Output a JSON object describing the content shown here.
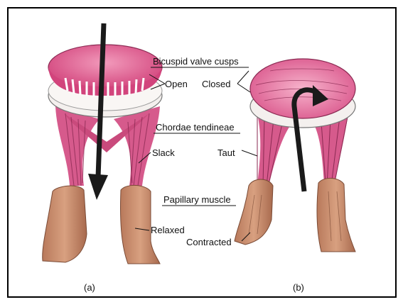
{
  "figure": {
    "labels": {
      "cusps": "Bicuspid valve cusps",
      "open": "Open",
      "closed": "Closed",
      "chordae": "Chordae tendineae",
      "slack": "Slack",
      "taut": "Taut",
      "papillary": "Papillary muscle",
      "relaxed": "Relaxed",
      "contracted": "Contracted",
      "panel_a": "(a)",
      "panel_b": "(b)"
    },
    "colors": {
      "cusp_pink": "#e0558a",
      "chord_pink": "#c94a7c",
      "muscle_tan": "#c98d6e",
      "ring_white": "#f4f0ee",
      "arrow": "#1a1a1a"
    }
  }
}
